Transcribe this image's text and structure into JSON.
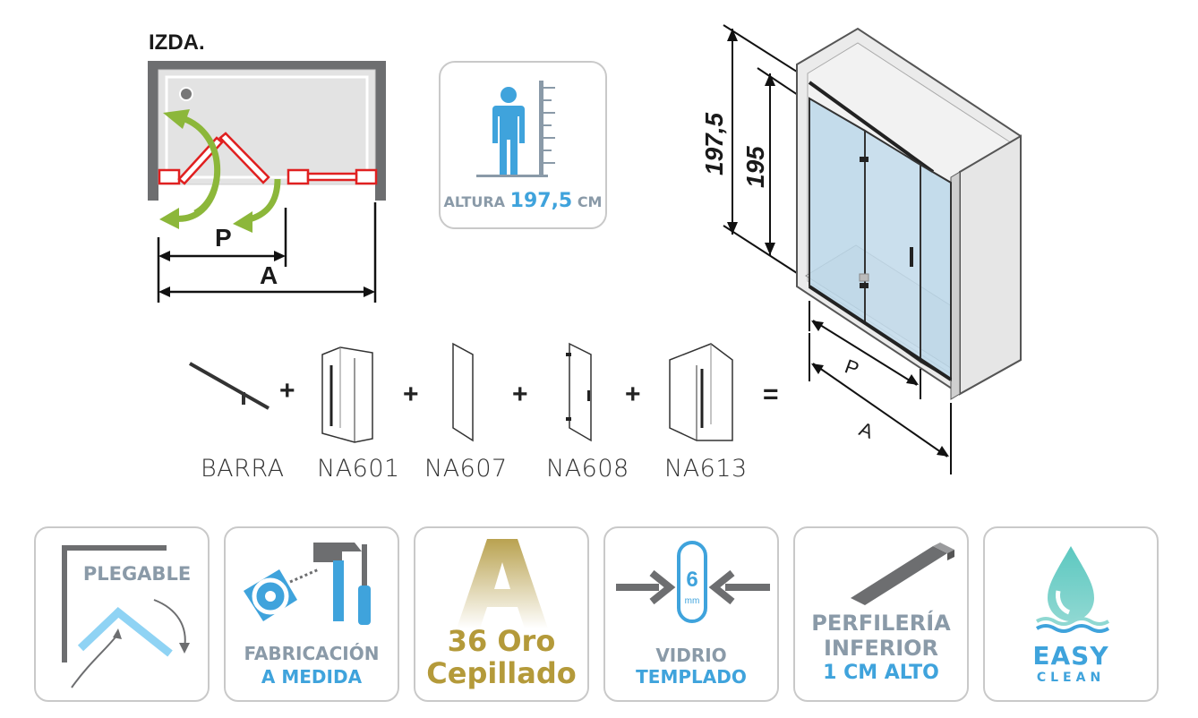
{
  "plan": {
    "side_label": "IZDA.",
    "p_label": "P",
    "a_label": "A"
  },
  "height_card": {
    "label_prefix": "ALTURA",
    "label_value": "197,5",
    "label_unit": "CM"
  },
  "iso": {
    "height_outer": "197,5",
    "height_inner": "195",
    "p_label": "P",
    "a_label": "A"
  },
  "components": {
    "plus": "+",
    "equals": "=",
    "items": [
      "BARRA",
      "NA601",
      "NA607",
      "NA608",
      "NA613"
    ]
  },
  "features": {
    "plegable": "PLEGABLE",
    "fabricacion_line1": "FABRICACIÓN",
    "fabricacion_line2": "A MEDIDA",
    "finish_letter": "A",
    "finish_line1": "36 Oro",
    "finish_line2": "Cepillado",
    "glass_thickness": "6",
    "glass_unit": "mm",
    "glass_line1": "VIDRIO",
    "glass_line2": "TEMPLADO",
    "profile_line1": "PERFILERÍA",
    "profile_line2": "INFERIOR",
    "profile_line3": "1 CM ALTO",
    "easy_line1": "EASY",
    "easy_line2": "CLEAN"
  },
  "colors": {
    "green_arrow": "#8cb73a",
    "red_frame": "#e02020",
    "blue_accent": "#3fa3dc",
    "gray_text": "#8a9aa8",
    "gold": "#b49a3a",
    "teal": "#5cc8c0"
  }
}
